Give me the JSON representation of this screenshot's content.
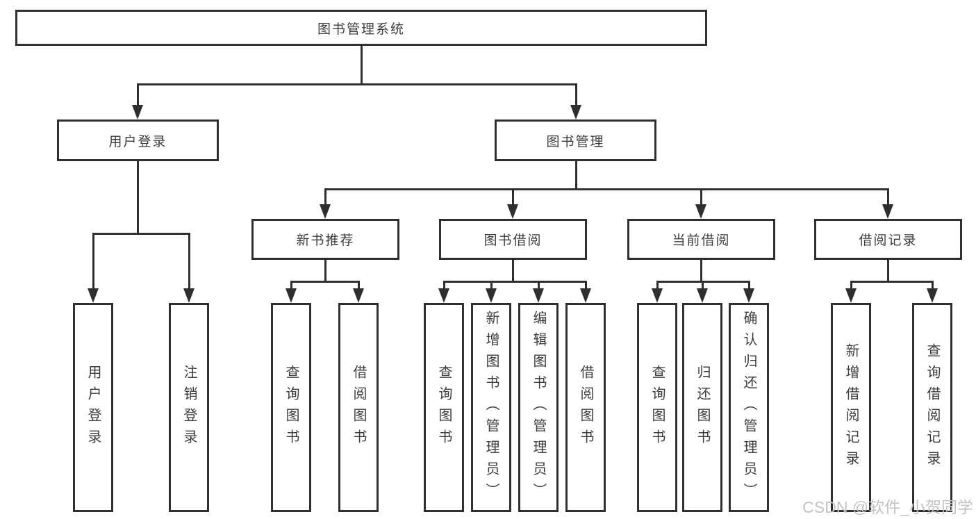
{
  "tree": {
    "label": "图书管理系统",
    "children": [
      {
        "label": "用户登录",
        "children": [
          {
            "label": "用户登录"
          },
          {
            "label": "注销登录"
          }
        ]
      },
      {
        "label": "图书管理",
        "children": [
          {
            "label": "新书推荐",
            "children": [
              {
                "label": "查询图书"
              },
              {
                "label": "借阅图书"
              }
            ]
          },
          {
            "label": "图书借阅",
            "children": [
              {
                "label": "查询图书"
              },
              {
                "label": "新增图书（管理员）"
              },
              {
                "label": "编辑图书（管理员）"
              },
              {
                "label": "借阅图书"
              }
            ]
          },
          {
            "label": "当前借阅",
            "children": [
              {
                "label": "查询图书"
              },
              {
                "label": "归还图书"
              },
              {
                "label": "确认归还（管理员）"
              }
            ]
          },
          {
            "label": "借阅记录",
            "children": [
              {
                "label": "新增借阅记录"
              },
              {
                "label": "查询借阅记录"
              }
            ]
          }
        ]
      }
    ]
  },
  "watermark": {
    "text": "CSDN @软件_小贺同学"
  },
  "colors": {
    "line": "#2f2f2f",
    "text": "#3d3d3d",
    "watermark": "#c3c3c3",
    "background": "#ffffff"
  }
}
